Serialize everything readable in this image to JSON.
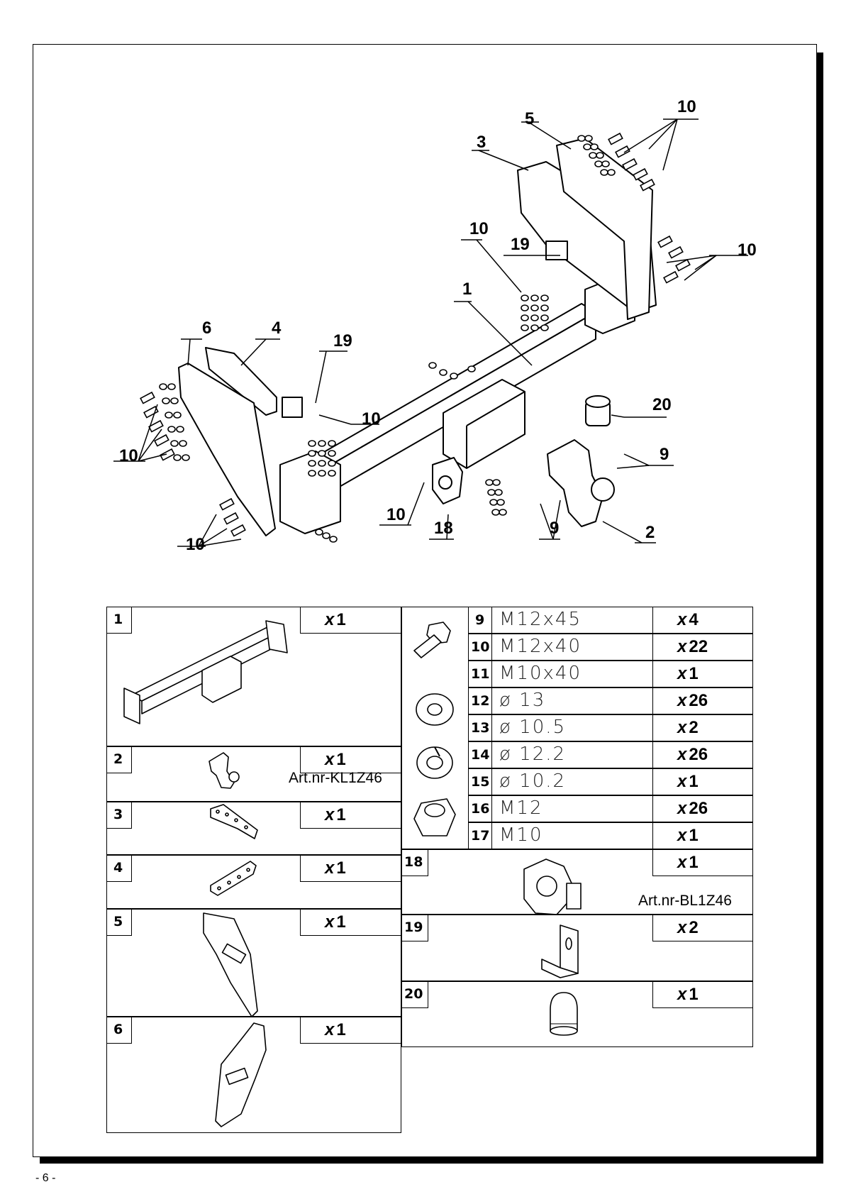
{
  "page": {
    "number": "- 6 -"
  },
  "callouts": [
    {
      "label": "10"
    },
    {
      "label": "5"
    },
    {
      "label": "3"
    },
    {
      "label": "10"
    },
    {
      "label": "19"
    },
    {
      "label": "10"
    },
    {
      "label": "1"
    },
    {
      "label": "6"
    },
    {
      "label": "4"
    },
    {
      "label": "19"
    },
    {
      "label": "10"
    },
    {
      "label": "20"
    },
    {
      "label": "10"
    },
    {
      "label": "9"
    },
    {
      "label": "10"
    },
    {
      "label": "18"
    },
    {
      "label": "9"
    },
    {
      "label": "2"
    },
    {
      "label": "10"
    }
  ],
  "parts_left": [
    {
      "num": "1",
      "qty": "1",
      "art": ""
    },
    {
      "num": "2",
      "qty": "1",
      "art": "Art.nr-KL1Z46"
    },
    {
      "num": "3",
      "qty": "1",
      "art": ""
    },
    {
      "num": "4",
      "qty": "1",
      "art": ""
    },
    {
      "num": "5",
      "qty": "1",
      "art": ""
    },
    {
      "num": "6",
      "qty": "1",
      "art": ""
    }
  ],
  "hardware": [
    {
      "num": "9",
      "spec": "M12x45",
      "qty": "4"
    },
    {
      "num": "10",
      "spec": "M12x40",
      "qty": "22"
    },
    {
      "num": "11",
      "spec": "M10x40",
      "qty": "1"
    },
    {
      "num": "12",
      "spec": "ø 13",
      "qty": "26"
    },
    {
      "num": "13",
      "spec": "ø 10.5",
      "qty": "2"
    },
    {
      "num": "14",
      "spec": "ø 12.2",
      "qty": "26"
    },
    {
      "num": "15",
      "spec": "ø 10.2",
      "qty": "1"
    },
    {
      "num": "16",
      "spec": "M12",
      "qty": "26"
    },
    {
      "num": "17",
      "spec": "M10",
      "qty": "1"
    }
  ],
  "parts_right": [
    {
      "num": "18",
      "qty": "1",
      "art": "Art.nr-BL1Z46"
    },
    {
      "num": "19",
      "qty": "2",
      "art": ""
    },
    {
      "num": "20",
      "qty": "1",
      "art": ""
    }
  ],
  "qty_prefix": "x"
}
